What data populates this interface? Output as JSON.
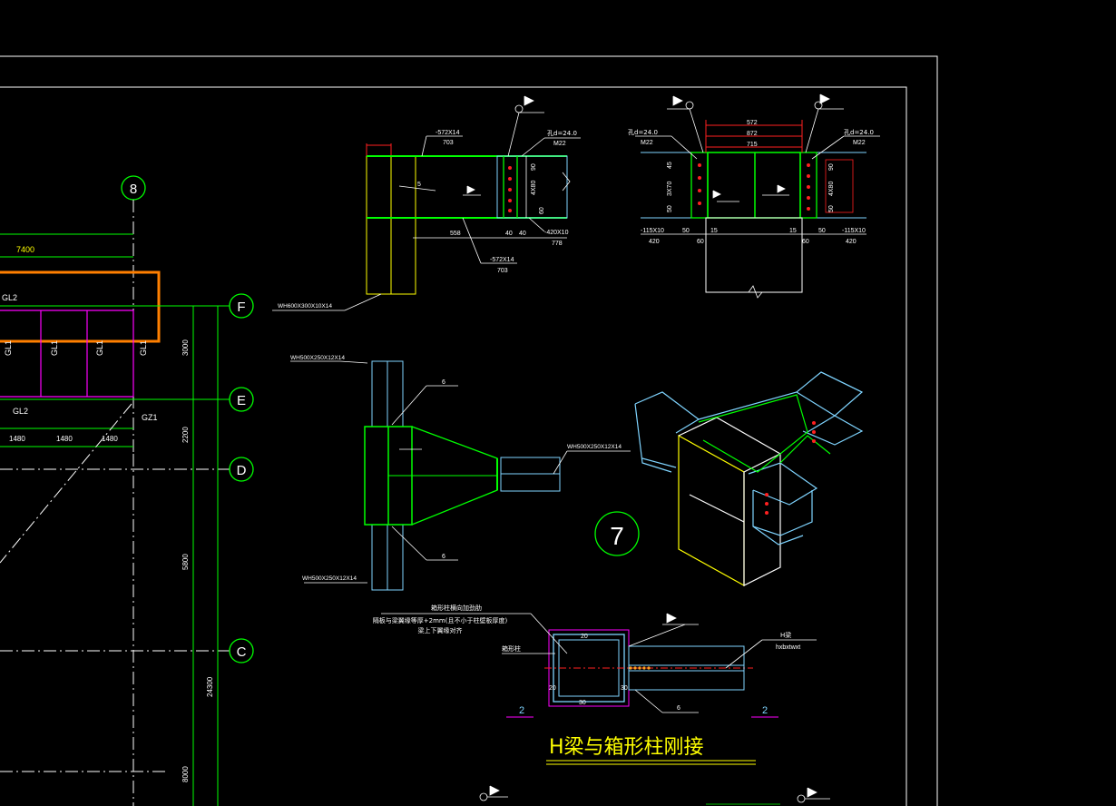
{
  "grid": {
    "column_label": "8",
    "rows": [
      {
        "label": "F"
      },
      {
        "label": "E"
      },
      {
        "label": "D"
      },
      {
        "label": "C"
      }
    ],
    "top_dim": "7400",
    "bay_dims": [
      "1480",
      "1480",
      "1480"
    ],
    "row_dims": [
      "3000",
      "2200",
      "5800",
      "24300",
      "8000"
    ],
    "beam_labels": [
      "GL2",
      "GL1",
      "GL1",
      "GL1",
      "GL1",
      "GL2"
    ],
    "column_tag": "GZ1"
  },
  "detail_top_left": {
    "plate_top": "-572X14",
    "plate_top_len": "703",
    "plate_bot": "-572X14",
    "plate_bot_len": "703",
    "bolt_spec": "孔d=24.0",
    "bolt_size": "M22",
    "web_plate": "-420X10",
    "web_plate_len": "778",
    "dim_558": "558",
    "dim_40a": "40",
    "dim_40b": "40",
    "dim_90": "90",
    "dim_4x80": "4X80",
    "dim_60": "60",
    "weld_size": "5",
    "column_spec": "WH600X300X10X14"
  },
  "detail_top_right": {
    "dims_top": [
      "572",
      "872",
      "715"
    ],
    "bolt_spec_l": "孔d=24.0",
    "bolt_size_l": "M22",
    "bolt_spec_r": "孔d=24.0",
    "bolt_size_r": "M22",
    "plate_l": "-115X10",
    "plate_l_len": "420",
    "plate_r": "-115X10",
    "plate_r_len": "420",
    "dim_50a": "50",
    "dim_60": "60",
    "dim_15a": "15",
    "dim_15b": "15",
    "dim_60b": "60",
    "dim_50b": "50",
    "dim_3x70": "3X70",
    "dim_4x80": "4X80",
    "dim_45": "45",
    "dim_90": "90",
    "dim_50c": "50",
    "dim_50d": "50"
  },
  "detail_middle": {
    "top_col": "WH500X250X12X14",
    "beam": "WH500X250X12X14",
    "bot_col": "WH500X250X12X14",
    "weld_top": "6",
    "weld_bot": "6"
  },
  "section_mark": "7",
  "detail_box": {
    "note1": "箱形柱横向加劲肋",
    "note2": "隔板与梁翼缘等厚+2mm(且不小于柱壁板厚度)",
    "note3": "梁上下翼缘对齐",
    "column_label": "箱形柱",
    "beam_label": "H梁",
    "beam_spec": "hxbxtwxt",
    "dim_20a": "20",
    "dim_20b": "20",
    "dim_30a": "30",
    "dim_30b": "30",
    "weld": "6",
    "sec_l": "2",
    "sec_r": "2",
    "title": "H梁与箱形柱刚接"
  },
  "colors": {
    "green": "#00ff00",
    "cyan": "#7fd4ff",
    "yellow": "#ffff00",
    "white": "#ffffff",
    "magenta": "#ff00ff",
    "orange": "#ff7f00",
    "red": "#ff2020"
  }
}
